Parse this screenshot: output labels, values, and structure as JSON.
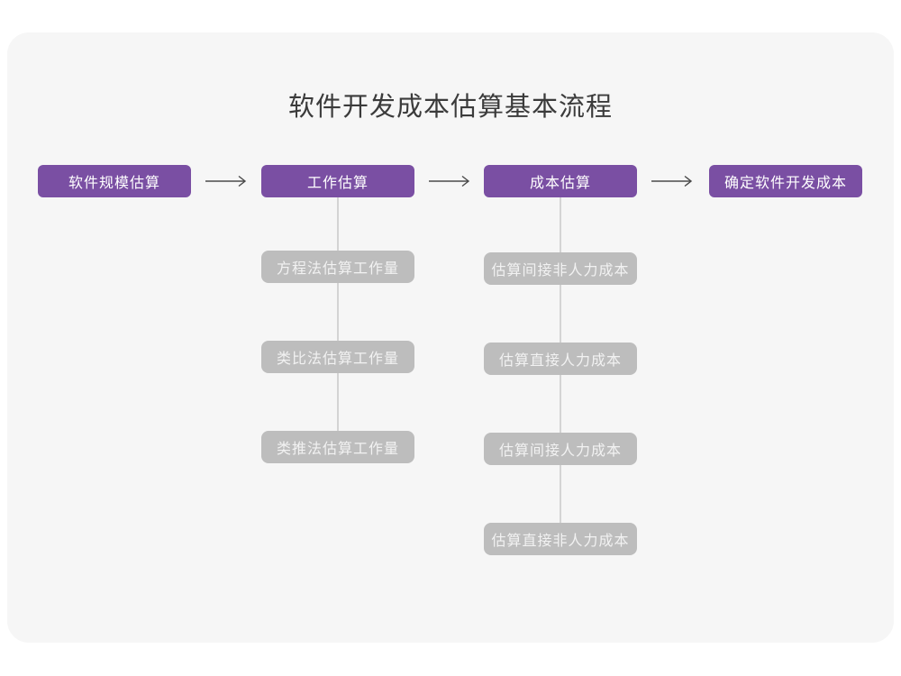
{
  "title": "软件开发成本估算基本流程",
  "colors": {
    "page_bg": "#ffffff",
    "card_bg": "#f6f6f6",
    "title_text": "#3b3b3b",
    "primary": "#7a4fa3",
    "gray_node": "#bdbdbd",
    "node_text": "#f2f2f2",
    "connector": "#d4d4d4",
    "arrow": "#4a4a4a"
  },
  "flow": {
    "main_nodes": [
      {
        "label": "软件规模估算",
        "children": []
      },
      {
        "label": "工作估算",
        "children": [
          "方程法估算工作量",
          "类比法估算工作量",
          "类推法估算工作量"
        ]
      },
      {
        "label": "成本估算",
        "children": [
          "估算间接非人力成本",
          "估算直接人力成本",
          "估算间接人力成本",
          "估算直接非人力成本"
        ]
      },
      {
        "label": "确定软件开发成本",
        "children": []
      }
    ]
  }
}
